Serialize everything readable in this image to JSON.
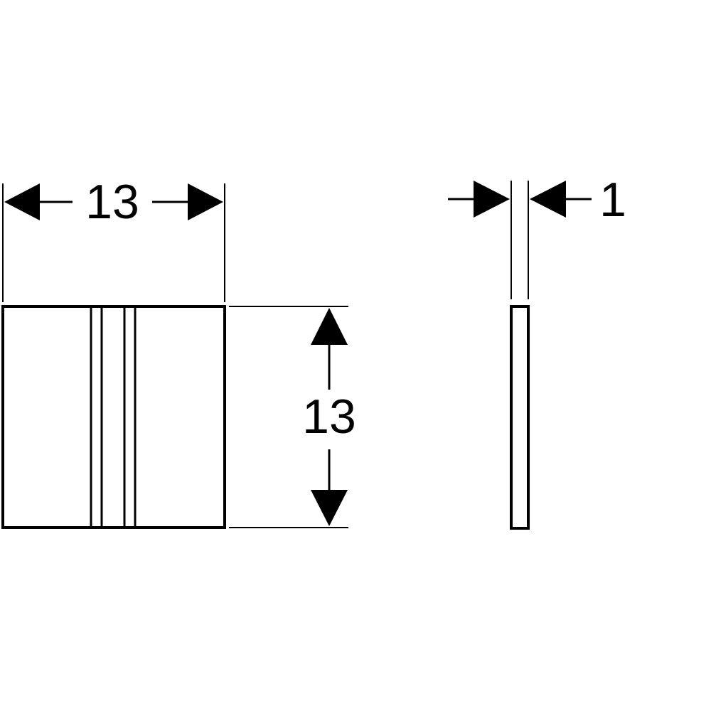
{
  "front_view": {
    "width_label": "13",
    "height_label": "13"
  },
  "side_view": {
    "thickness_label": "1"
  },
  "colors": {
    "line": "#000000",
    "background": "#ffffff"
  }
}
